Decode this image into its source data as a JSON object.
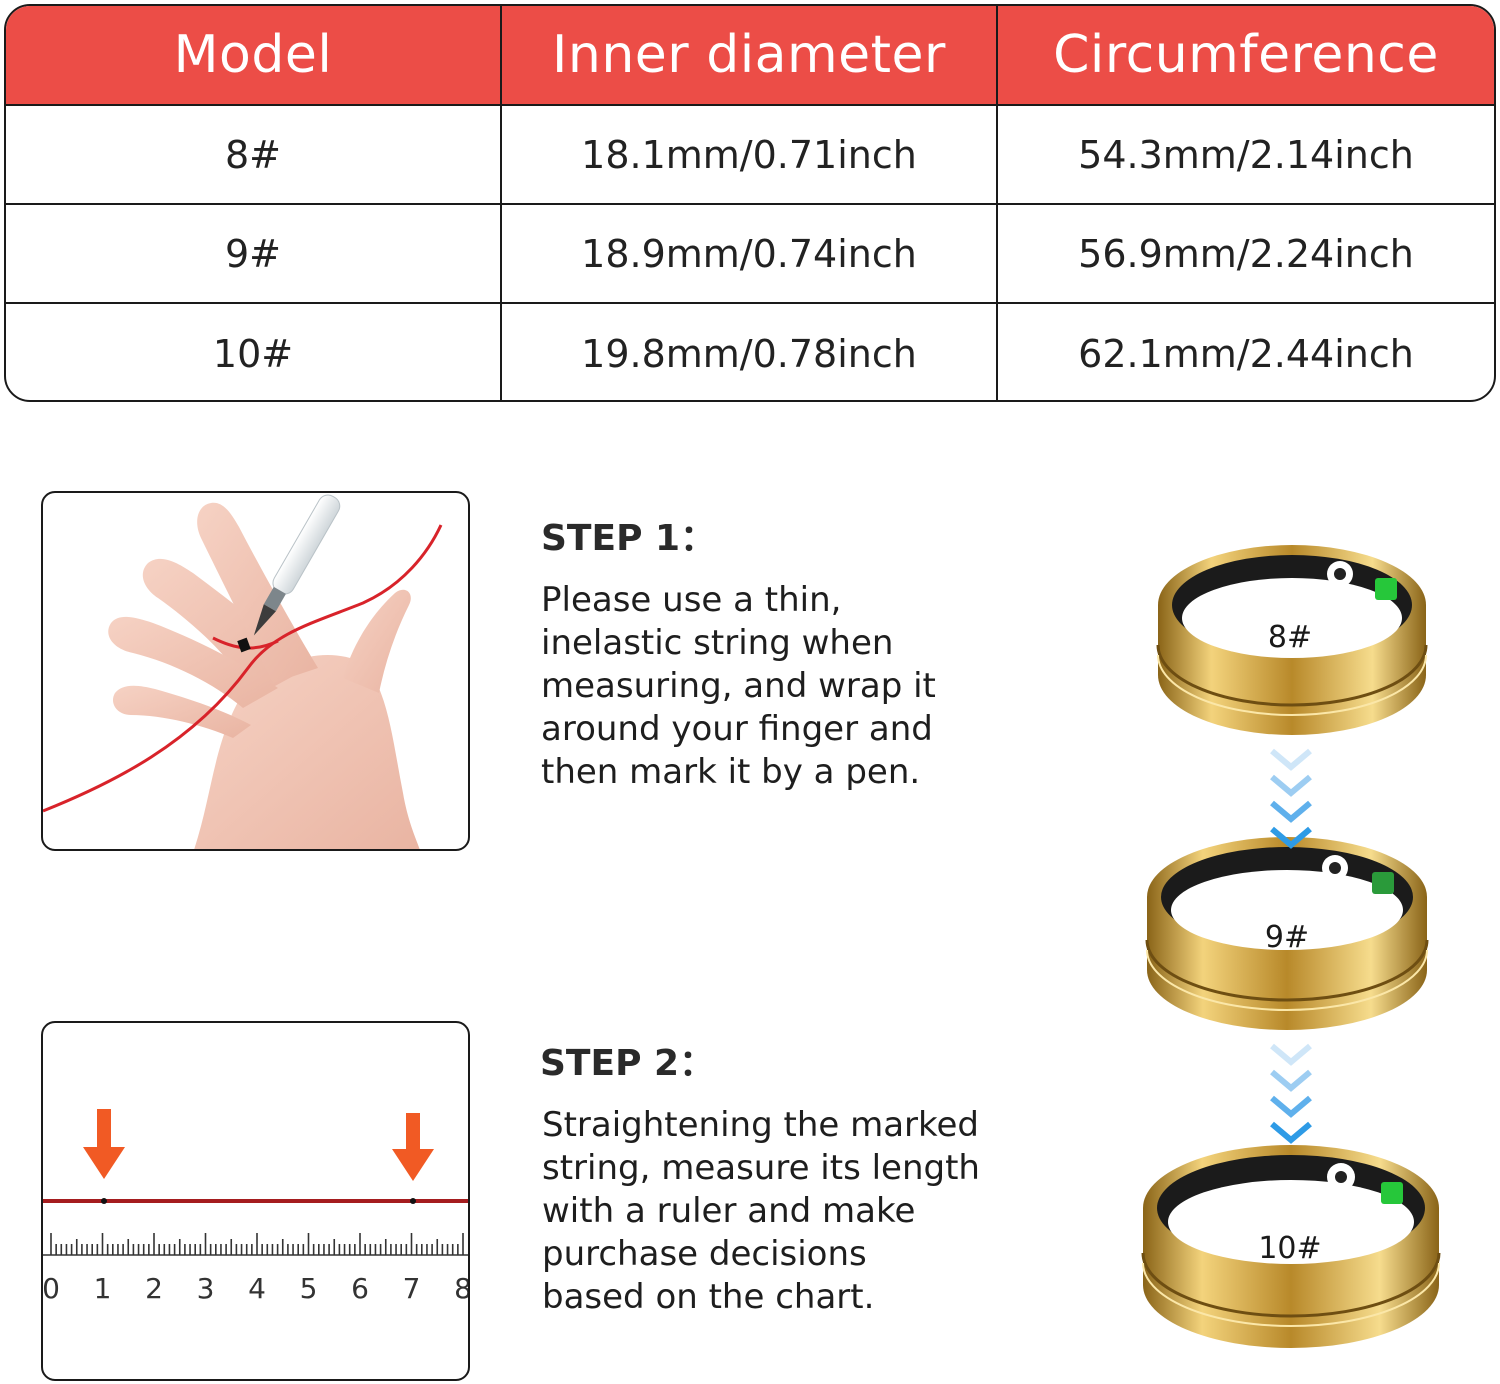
{
  "table": {
    "headers": [
      "Model",
      "Inner diameter",
      "Circumference"
    ],
    "rows": [
      [
        "8#",
        "18.1mm/0.71inch",
        "54.3mm/2.14inch"
      ],
      [
        "9#",
        "18.9mm/0.74inch",
        "56.9mm/2.24inch"
      ],
      [
        "10#",
        "19.8mm/0.78inch",
        "62.1mm/2.44inch"
      ]
    ]
  },
  "steps": [
    {
      "title": "STEP 1：",
      "body": [
        "Please use a thin,",
        "inelastic string when",
        "measuring, and wrap it",
        "around your finger and",
        "then mark it by a pen."
      ]
    },
    {
      "title": "STEP 2：",
      "body": [
        "Straightening the marked",
        "string, measure its length",
        "with a ruler and make",
        "purchase decisions",
        "based on the chart."
      ]
    }
  ],
  "ruler": {
    "numbers": [
      "0",
      "1",
      "2",
      "3",
      "4",
      "5",
      "6",
      "7",
      "8"
    ]
  },
  "rings": [
    {
      "label": "8#"
    },
    {
      "label": "9#"
    },
    {
      "label": "10#"
    }
  ],
  "colors": {
    "header_red": "#ec4d47",
    "string_red": "#d8232a",
    "arrow_orange": "#f15a24",
    "gold": "#d4a93a",
    "chevron_blue": "#2e9be6"
  }
}
